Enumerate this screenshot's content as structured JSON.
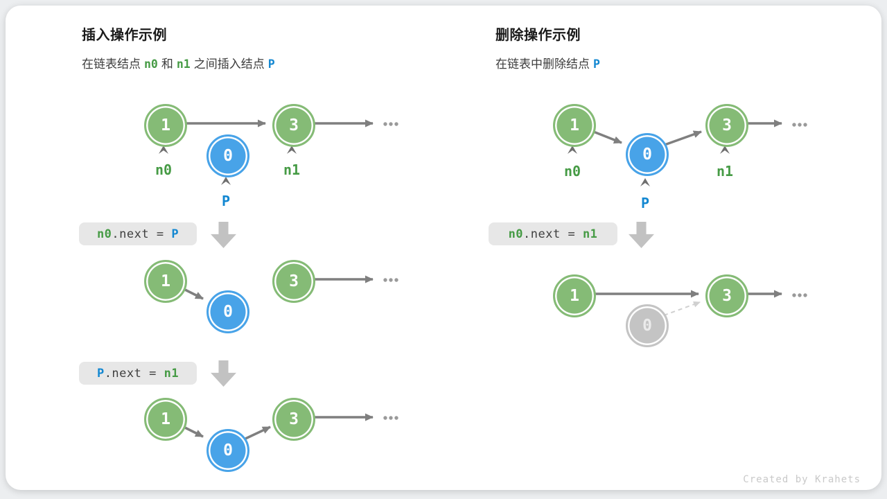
{
  "colors": {
    "node_green": "#85bb76",
    "node_blue": "#48a3e8",
    "node_gray": "#c4c4c4",
    "label_green": "#469b45",
    "label_blue": "#1287d1",
    "link_arrow": "#7f7f7f",
    "block_arrow": "#c2c2c2",
    "code_box_bg": "#e7e7e7"
  },
  "nodes": {
    "n0_value": "1",
    "p_value": "0",
    "n1_value": "3"
  },
  "labels": {
    "n0": "n0",
    "n1": "n1",
    "p": "P"
  },
  "insertion": {
    "title": "插入操作示例",
    "subtitle": {
      "part1": "在链表结点",
      "code1": "n0",
      "part2": "和",
      "code2": "n1",
      "part3": "之间插入结点",
      "code3": "P"
    },
    "step1": {
      "lhs": "n0",
      "op": ".next = ",
      "rhs": "P"
    },
    "step2": {
      "lhs": "P",
      "op": ".next = ",
      "rhs": "n1"
    }
  },
  "deletion": {
    "title": "删除操作示例",
    "subtitle": {
      "part1": "在链表中删除结点",
      "code1": "P"
    },
    "step1": {
      "lhs": "n0",
      "op": ".next = ",
      "rhs": "n1"
    }
  },
  "watermark": "Created by Krahets"
}
